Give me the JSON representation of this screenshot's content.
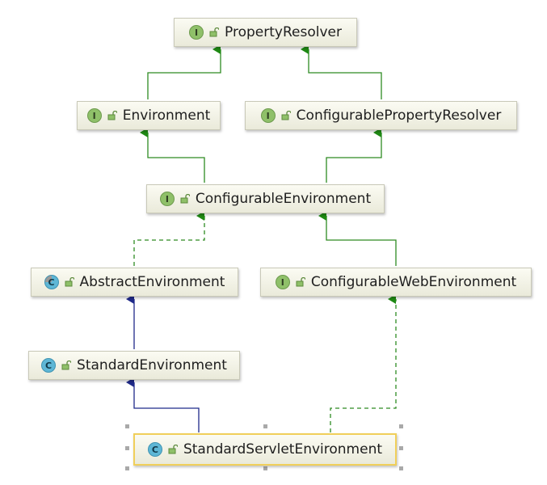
{
  "nodes": {
    "property_resolver": {
      "label": "PropertyResolver",
      "kind": "I"
    },
    "environment": {
      "label": "Environment",
      "kind": "I"
    },
    "configurable_property_resolver": {
      "label": "ConfigurablePropertyResolver",
      "kind": "I"
    },
    "configurable_environment": {
      "label": "ConfigurableEnvironment",
      "kind": "I"
    },
    "abstract_environment": {
      "label": "AbstractEnvironment",
      "kind": "C"
    },
    "configurable_web_environment": {
      "label": "ConfigurableWebEnvironment",
      "kind": "I"
    },
    "standard_environment": {
      "label": "StandardEnvironment",
      "kind": "C"
    },
    "standard_servlet_environment": {
      "label": "StandardServletEnvironment",
      "kind": "C"
    }
  },
  "colors": {
    "interface_extends": "#2e8b22",
    "class_extends": "#1f2a8a",
    "implements": "#2e8b22",
    "selection": "#f0cf5a"
  }
}
